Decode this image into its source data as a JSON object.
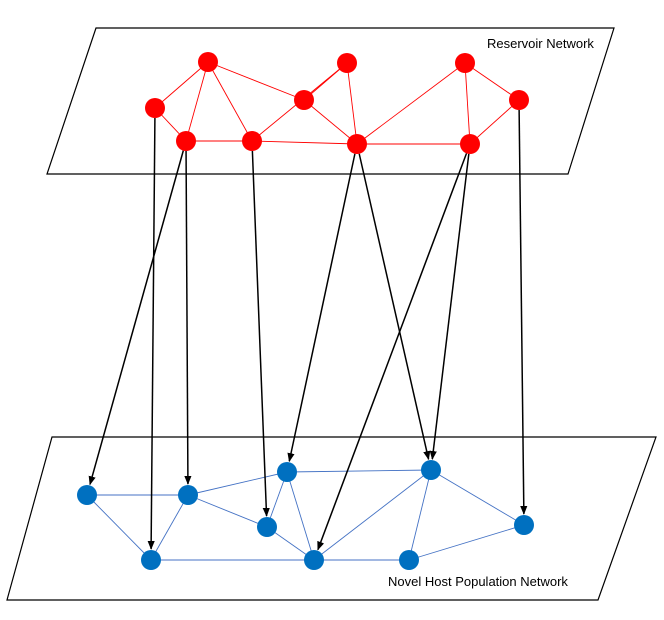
{
  "labels": {
    "reservoir": "Reservoir Network",
    "host": "Novel Host Population Network"
  },
  "colors": {
    "reservoir_node": "#ff0000",
    "reservoir_edge": "#ff0000",
    "host_node": "#0070c0",
    "host_edge": "#4472c4",
    "arrow": "#000000"
  },
  "reservoir": {
    "nodes": [
      "r1",
      "r2",
      "r3",
      "r4",
      "r5",
      "r6",
      "r7",
      "r8",
      "r9",
      "r10"
    ],
    "edges": [
      [
        "r1",
        "r2"
      ],
      [
        "r1",
        "r3"
      ],
      [
        "r1",
        "r4"
      ],
      [
        "r1",
        "r5"
      ],
      [
        "r2",
        "r3"
      ],
      [
        "r3",
        "r4"
      ],
      [
        "r4",
        "r7"
      ],
      [
        "r4",
        "r6"
      ],
      [
        "r5",
        "r7"
      ],
      [
        "r5",
        "r6"
      ],
      [
        "r6",
        "r7"
      ],
      [
        "r7",
        "r9"
      ],
      [
        "r7",
        "r8"
      ],
      [
        "r8",
        "r9"
      ],
      [
        "r8",
        "r10"
      ],
      [
        "r9",
        "r10"
      ]
    ]
  },
  "host": {
    "nodes": [
      "h1",
      "h2",
      "h3",
      "h4",
      "h5",
      "h6",
      "h7",
      "h8",
      "h9"
    ],
    "edges": [
      [
        "h1",
        "h2"
      ],
      [
        "h1",
        "h3"
      ],
      [
        "h2",
        "h3"
      ],
      [
        "h2",
        "h4"
      ],
      [
        "h2",
        "h5"
      ],
      [
        "h4",
        "h5"
      ],
      [
        "h4",
        "h6"
      ],
      [
        "h4",
        "h7"
      ],
      [
        "h5",
        "h6"
      ],
      [
        "h3",
        "h6"
      ],
      [
        "h6",
        "h7"
      ],
      [
        "h6",
        "h8"
      ],
      [
        "h7",
        "h8"
      ],
      [
        "h7",
        "h9"
      ],
      [
        "h8",
        "h9"
      ]
    ]
  },
  "spillovers": [
    [
      "r2",
      "h3"
    ],
    [
      "r3",
      "h1"
    ],
    [
      "r3",
      "h2"
    ],
    [
      "r4",
      "h5"
    ],
    [
      "r7",
      "h4"
    ],
    [
      "r7",
      "h7"
    ],
    [
      "r9",
      "h6"
    ],
    [
      "r9",
      "h7"
    ],
    [
      "r10",
      "h9"
    ]
  ]
}
